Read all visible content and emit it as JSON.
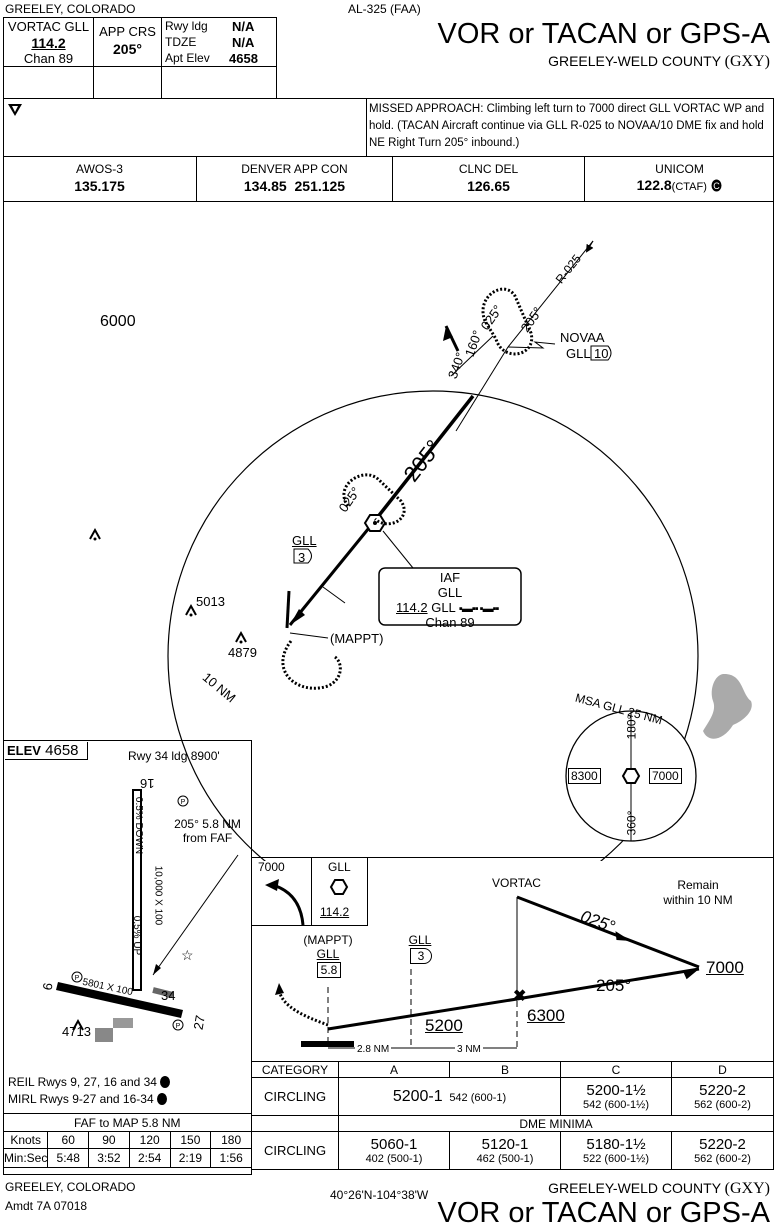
{
  "header": {
    "location": "GREELEY, COLORADO",
    "chart_id": "AL-325 (FAA)",
    "title": "VOR or TACAN or GPS-A",
    "airport": "GREELEY-WELD COUNTY",
    "airport_code": "(GXY)"
  },
  "briefing": {
    "nav_label": "VORTAC GLL",
    "nav_freq": "114.2",
    "nav_chan": "Chan 89",
    "app_crs_label": "APP CRS",
    "app_crs": "205°",
    "rwy_ldg_label": "Rwy ldg",
    "rwy_ldg": "N/A",
    "tdze_label": "TDZE",
    "tdze": "N/A",
    "apt_elev_label": "Apt Elev",
    "apt_elev": "4658",
    "missed_approach": "MISSED APPROACH: Climbing left turn to 7000 direct GLL VORTAC WP and hold.  (TACAN Aircraft continue via GLL R-025 to NOVAA/10 DME fix and hold NE Right Turn 205° inbound.)"
  },
  "comms": [
    {
      "label": "AWOS-3",
      "freq": "135.175"
    },
    {
      "label": "DENVER APP CON",
      "freq": "134.85  251.125"
    },
    {
      "label": "CLNC DEL",
      "freq": "126.65"
    },
    {
      "label": "UNICOM",
      "freq": "122.8",
      "suffix": "(CTAF)"
    }
  ],
  "plan": {
    "obstacles": [
      "6000",
      "5013",
      "4879"
    ],
    "radial_label": "R-025",
    "novaa": "NOVAA",
    "novaa_gll": "GLL",
    "novaa_dme": "10",
    "hold_025_top": "025°",
    "hold_205_top": "205°",
    "crs_160": "160°",
    "crs_340": "340°",
    "final_crs": "205°",
    "hold_025_lower": "025°",
    "gll": "GLL",
    "gll_dme": "3",
    "iaf": "IAF",
    "iaf_name": "GLL",
    "iaf_freq": "114.2",
    "iaf_ident": "GLL",
    "iaf_chan": "Chan 89",
    "mappt": "(MAPPT)",
    "ring": "10 NM",
    "msa_label": "MSA GLL 25 NM",
    "msa_180": "180°",
    "msa_360": "360°",
    "msa_left": "8300",
    "msa_right": "7000"
  },
  "airport_diagram": {
    "elev_label": "ELEV",
    "elev": "4658",
    "rwy_ldg": "Rwy 34 ldg 8900'",
    "rwy16": "16",
    "rwy34": "34",
    "rwy9": "9",
    "rwy27": "27",
    "grad_down": "0.5% DOWN",
    "grad_up": "0.5% UP",
    "rwy_dim1": "10,000 X 100",
    "rwy_dim2": "5801 X 100",
    "faf_note_1": "205° 5.8 NM",
    "faf_note_2": "from FAF",
    "obstacle": "4713",
    "lighting_1": "REIL Rwys 9, 27, 16 and 34",
    "lighting_2": "MIRL Rwys 9-27 and 16-34"
  },
  "timing": {
    "title": "FAF to MAP  5.8 NM",
    "knots_label": "Knots",
    "minsec_label": "Min:Sec",
    "knots": [
      "60",
      "90",
      "120",
      "150",
      "180"
    ],
    "times": [
      "5:48",
      "3:52",
      "2:54",
      "2:19",
      "1:56"
    ]
  },
  "profile": {
    "icon_alt": "7000",
    "icon_gll": "GLL",
    "icon_freq": "114.2",
    "vortac": "VORTAC",
    "remain": "Remain",
    "remain2": "within 10 NM",
    "crs_out": "025°",
    "crs_in": "205°",
    "alt_7000": "7000",
    "alt_6300": "6300",
    "alt_5200": "5200",
    "mappt": "(MAPPT)",
    "gll": "GLL",
    "mappt_dme": "5.8",
    "gll2": "GLL",
    "gll2_dme": "3",
    "dist1": "2.8 NM",
    "dist2": "3 NM"
  },
  "minima": {
    "category_label": "CATEGORY",
    "cats": [
      "A",
      "B",
      "C",
      "D"
    ],
    "circling_label": "CIRCLING",
    "row1_ab_main": "5200-1",
    "row1_ab_sub": "542 (600-1)",
    "row1_c_main": "5200-1½",
    "row1_c_sub": "542 (600-1½)",
    "row1_d_main": "5220-2",
    "row1_d_sub": "562 (600-2)",
    "dme_label": "DME MINIMA",
    "row2_a_main": "5060-1",
    "row2_a_sub": "402 (500-1)",
    "row2_b_main": "5120-1",
    "row2_b_sub": "462 (500-1)",
    "row2_c_main": "5180-1½",
    "row2_c_sub": "522 (600-1½)",
    "row2_d_main": "5220-2",
    "row2_d_sub": "562 (600-2)"
  },
  "footer": {
    "location": "GREELEY, COLORADO",
    "amdt": "Amdt 7A  07018",
    "coords": "40°26'N-104°38'W",
    "airport": "GREELEY-WELD COUNTY",
    "airport_code": "(GXY)",
    "title": "VOR or TACAN or GPS-A"
  }
}
